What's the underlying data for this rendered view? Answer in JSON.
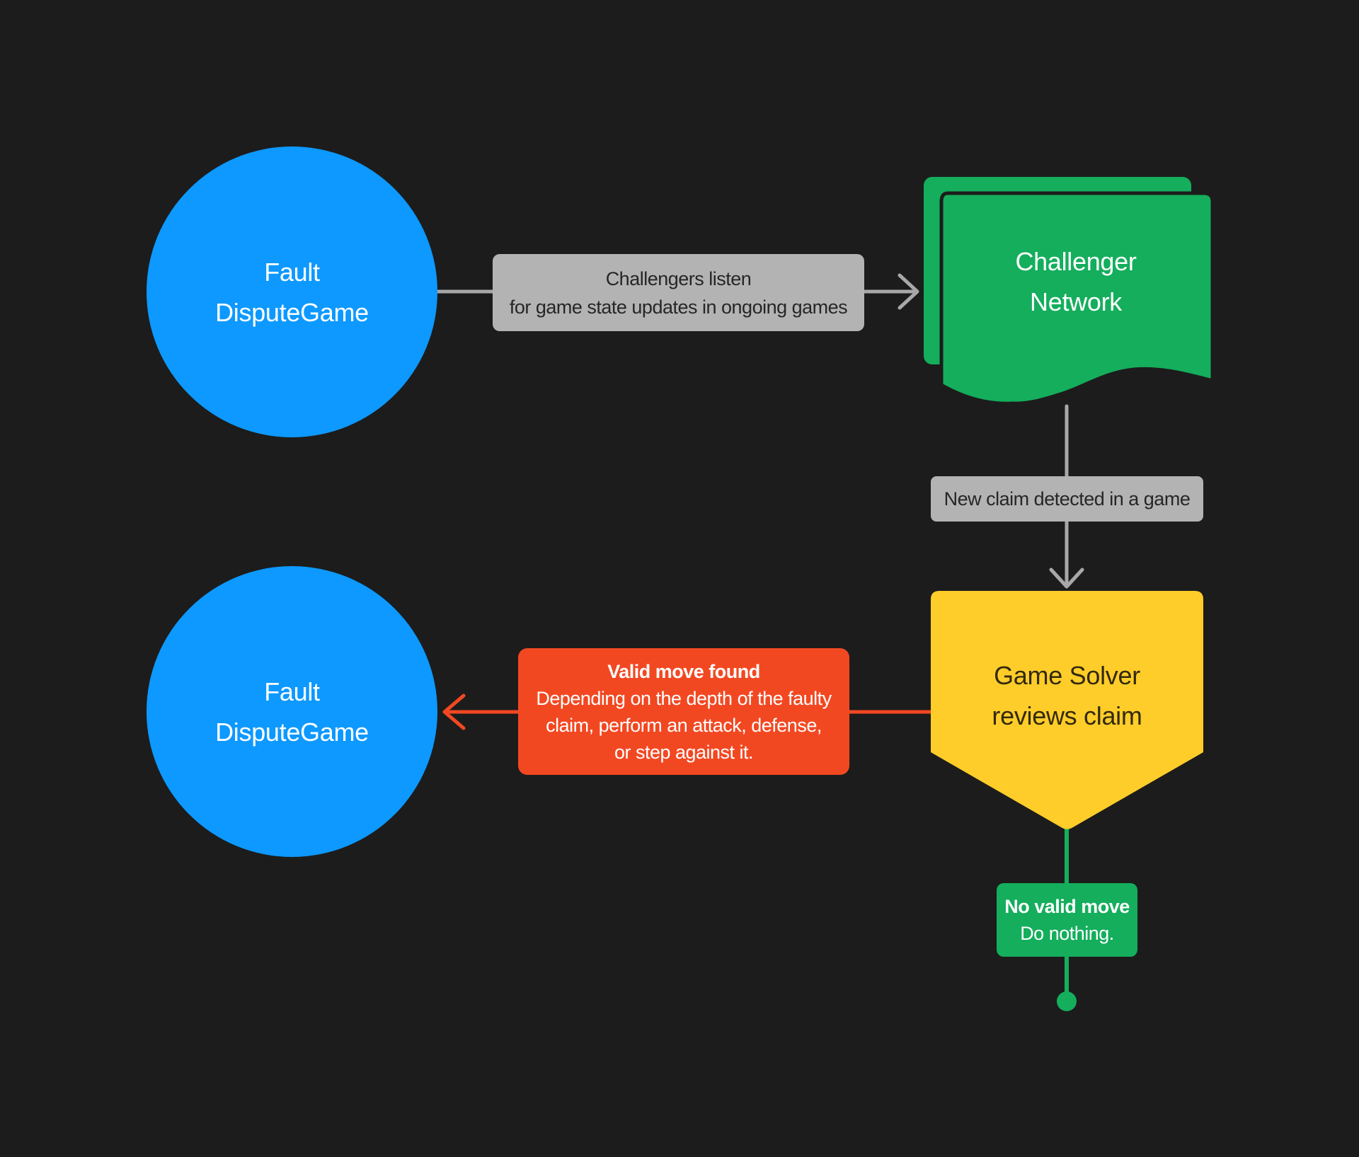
{
  "diagram": {
    "background_color": "#1C1C1C",
    "colors": {
      "node_blue": "#0D99FF",
      "node_green": "#14AE5C",
      "node_yellow": "#FFCD29",
      "note_red": "#F24822",
      "label_gray": "#B3B3B3",
      "connector_gray": "#A8A8A8"
    },
    "nodes": {
      "fault_top": {
        "line1": "Fault",
        "line2": "DisputeGame"
      },
      "challenger_network": {
        "line1": "Challenger",
        "line2": "Network"
      },
      "game_solver": {
        "line1": "Game Solver",
        "line2": "reviews claim"
      },
      "fault_bottom": {
        "line1": "Fault",
        "line2": "DisputeGame"
      }
    },
    "labels": {
      "challengers_listen": {
        "line1": "Challengers listen",
        "line2": "for game state updates in ongoing games"
      },
      "new_claim": {
        "text": "New claim detected in a game"
      },
      "valid_move": {
        "title": "Valid move found",
        "line1": "Depending on the depth of the faulty",
        "line2": "claim, perform an attack, defense,",
        "line3": "or step against it."
      },
      "no_valid_move": {
        "title": "No valid move",
        "line1": "Do nothing."
      }
    }
  }
}
